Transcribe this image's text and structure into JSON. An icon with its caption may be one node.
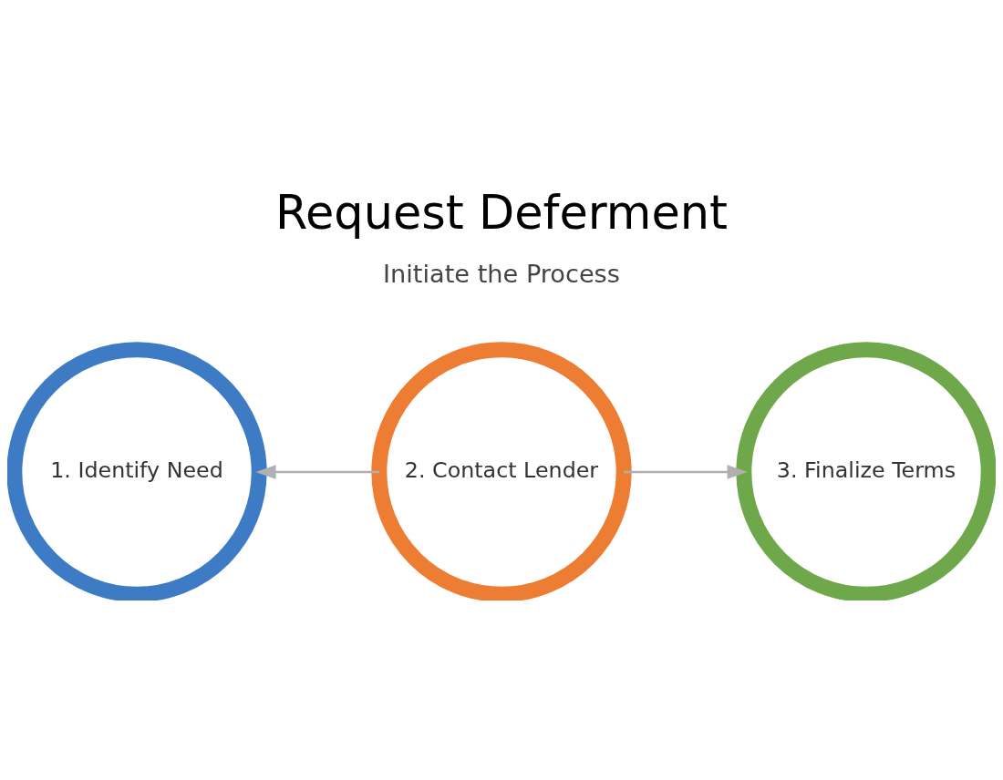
{
  "diagram": {
    "title": "Request Deferment",
    "nodes": [
      {
        "text": [
          "1. Identify Need"
        ]
      },
      {
        "text": [
          "2. Contact Lender"
        ]
      },
      {
        "text": [
          "3. Finalize Terms"
        ]
      }
    ],
    "edges": [
      {
        "from": 1,
        "to": 0,
        "arrow": "to"
      },
      {
        "from": 1,
        "to": 2,
        "arrow": "to"
      }
    ],
    "labels": [
      "Initiate the Process"
    ]
  }
}
